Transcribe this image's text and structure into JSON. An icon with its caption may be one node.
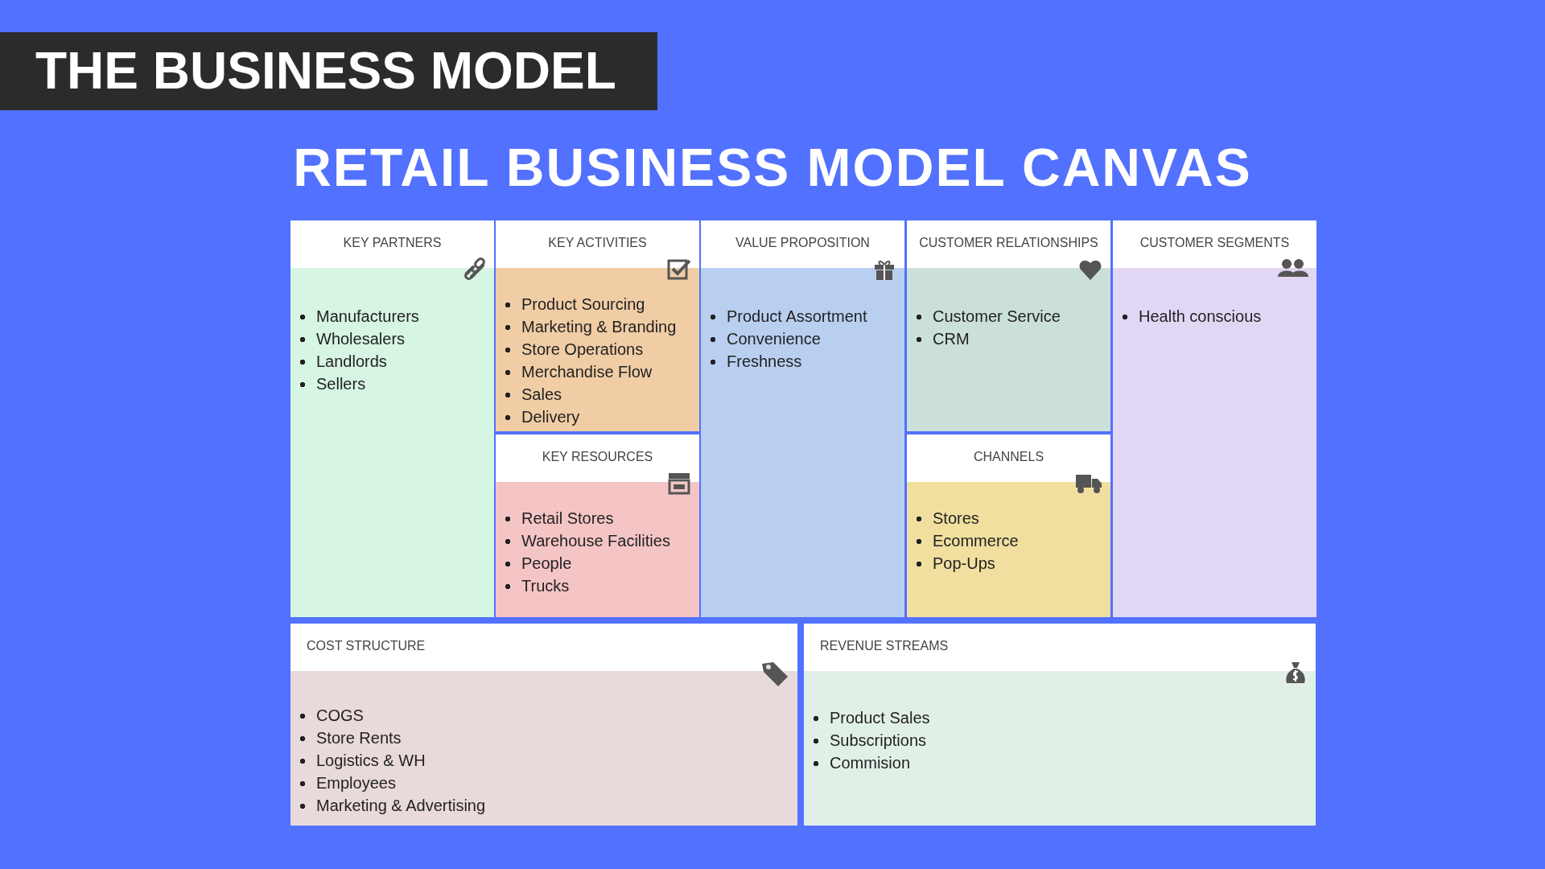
{
  "diagram": {
    "title": "RETAIL BUSINESS MODEL CANVAS",
    "nodes": [
      {
        "text": [
          "KEY PARTNERS",
          "Manufacturers",
          "Wholesalers",
          "Landlords",
          "Sellers"
        ]
      },
      {
        "text": [
          "KEY ACTIVITIES",
          "Product Sourcing",
          "Marketing & Branding",
          "Store Operations",
          "Merchandise Flow",
          "Sales",
          "Delivery"
        ]
      },
      {
        "text": [
          "KEY RESOURCES",
          "Retail Stores",
          "Warehouse Facilities",
          "People",
          "Trucks"
        ]
      },
      {
        "text": [
          "VALUE PROPOSITION",
          "Product Assortment",
          "Convenience",
          "Freshness"
        ]
      },
      {
        "text": [
          "CUSTOMER RELATIONSHIPS",
          "Customer Service",
          "CRM"
        ]
      },
      {
        "text": [
          "CHANNELS",
          "Stores",
          "Ecommerce",
          "Pop-Ups"
        ]
      },
      {
        "text": [
          "CUSTOMER SEGMENTS",
          "Health conscious"
        ]
      },
      {
        "text": [
          "COST STRUCTURE",
          "COGS",
          "Store Rents",
          "Logistics & WH",
          "Employees",
          "Marketing & Advertising"
        ]
      },
      {
        "text": [
          "REVENUE STREAMS",
          "Product Sales",
          "Subscriptions",
          "Commision"
        ]
      }
    ],
    "edges": [],
    "labels": [
      "THE BUSINESS MODEL"
    ]
  }
}
